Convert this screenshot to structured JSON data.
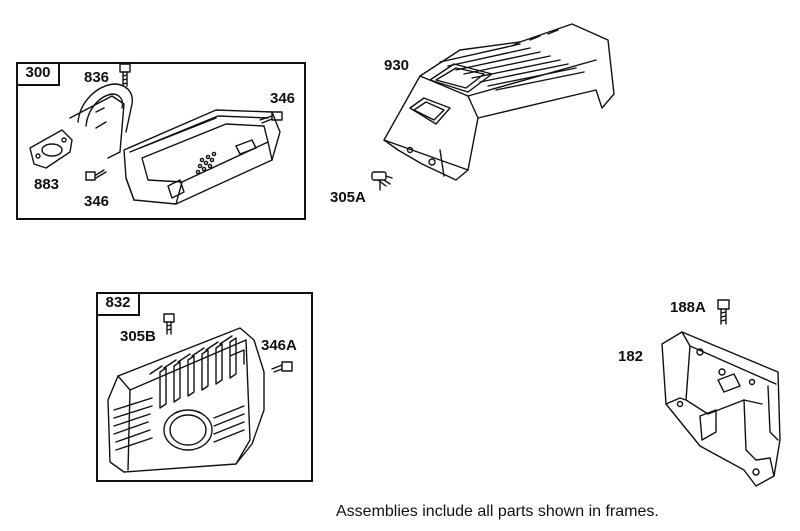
{
  "frames": {
    "muffler_assembly": {
      "number": "300"
    },
    "guard_assembly": {
      "number": "832"
    }
  },
  "labels": {
    "p836": "836",
    "p346_top": "346",
    "p883": "883",
    "p346_bottom": "346",
    "p930": "930",
    "p305A": "305A",
    "p305B": "305B",
    "p346A": "346A",
    "p188A": "188A",
    "p182": "182"
  },
  "caption": "Assemblies include all parts shown in frames."
}
